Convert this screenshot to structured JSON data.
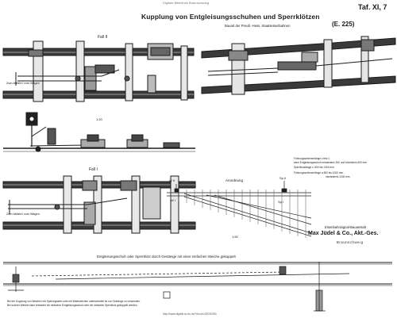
{
  "header": {
    "library": "Digitale Bibliothek Braunschweig",
    "plate": "Taf. XI, 7",
    "title": "Kupplung von Entgleisungsschuhen und Sperrklötzen",
    "subtitle": "Bauart der Preuß.-Hess. Staatseisenbahnen",
    "model": "(E. 225)"
  },
  "labels": {
    "fall2": "Fall II",
    "fall1": "Fall I",
    "scale1": "1:20",
    "scale2": "1:50",
    "abfahrt_top": "Zum Abfahrt vom Wagen",
    "abfahrt_bottom": "Zum Abfahrt vom Wagen",
    "anordnung": "Anordnung",
    "w2": "W II",
    "w1": "W I",
    "sp2": "Sp II",
    "sp1": "Sp I",
    "note1": "Führungsschienenlänge c fest 1",
    "note2": "beim Entgleisungsschuh mindestens 300 und höchstens 600 mm",
    "note3": "Sperrklotzlänge c: 800 bis 1300 mm",
    "note4": "Führungsschienenlänge a   800 bis 1000 mm",
    "note5": "mindestens 1000 mm",
    "bottom_title": "Entgleisungsschuh oder Sperrklotz durch Gestänge mit einer einfachen Weiche gekuppelt",
    "footnote1": "Bei der Kupplung von Weichen mit Sperrsignalen oder mit Wartezeichen unterscheidet ist nur Gestänge zu verwenden.",
    "footnote2": "Bei solcher Weiche kann entweder ein einfacher Entgleisungsschuh oder ein einfacher Sperrklotz gekuppelt werden.",
    "url": "http://www.digibib.tu-bs.de/?docid=00030250"
  },
  "maker": {
    "line1": "Eisenbahnsignal-Bauanstalt",
    "line2": "Max Jüdel & Co., Akt.-Ges.",
    "line3": "Braunschweig"
  }
}
